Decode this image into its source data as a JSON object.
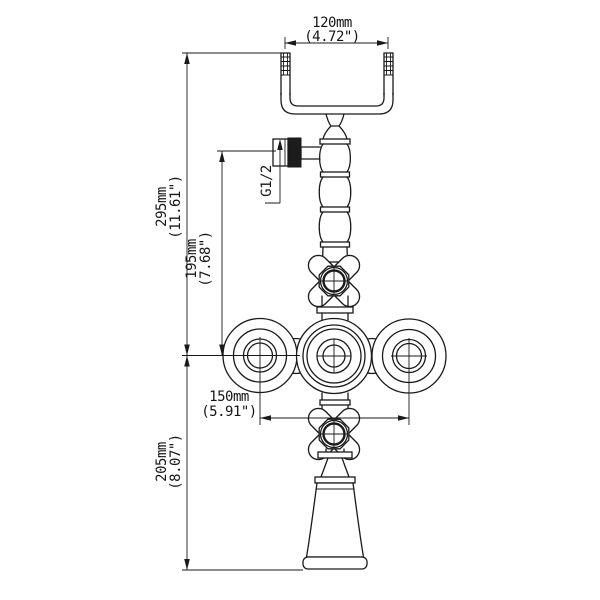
{
  "drawing": {
    "title": "faucet-dimension-drawing",
    "colors": {
      "line": "#1a1a1a",
      "background": "#ffffff",
      "dark_fill": "#1c1c1c"
    },
    "dimensions": {
      "top_width": {
        "metric": "120mm",
        "imperial": "(4.72\")"
      },
      "total_height": {
        "metric": "295mm",
        "imperial": "(11.61\")"
      },
      "inner_height": {
        "metric": "195mm",
        "imperial": "(7.68\")"
      },
      "center_width": {
        "metric": "150mm",
        "imperial": "(5.91\")"
      },
      "bottom_height": {
        "metric": "205mm",
        "imperial": "(8.07\")"
      }
    },
    "labels": {
      "thread_size": "G1/2"
    }
  }
}
